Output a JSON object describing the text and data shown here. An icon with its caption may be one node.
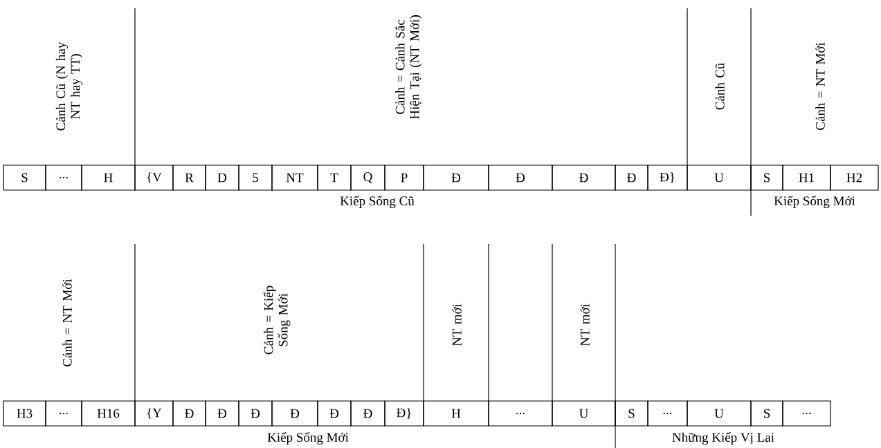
{
  "diagram": {
    "nodes": [
      {
        "text": [
          "S"
        ]
      },
      {
        "text": [
          "..."
        ]
      },
      {
        "text": [
          "H"
        ]
      },
      {
        "text": [
          "{V"
        ]
      },
      {
        "text": [
          "R"
        ]
      },
      {
        "text": [
          "D"
        ]
      },
      {
        "text": [
          "5"
        ]
      },
      {
        "text": [
          "NT"
        ]
      },
      {
        "text": [
          "T"
        ]
      },
      {
        "text": [
          "Q"
        ]
      },
      {
        "text": [
          "P"
        ]
      },
      {
        "text": [
          "Đ"
        ]
      },
      {
        "text": [
          "Đ"
        ]
      },
      {
        "text": [
          "Đ"
        ]
      },
      {
        "text": [
          "Đ"
        ]
      },
      {
        "text": [
          "Đ}"
        ]
      },
      {
        "text": [
          "U"
        ]
      },
      {
        "text": [
          "S"
        ]
      },
      {
        "text": [
          "H1"
        ]
      },
      {
        "text": [
          "H2"
        ]
      },
      {
        "text": [
          "H3"
        ]
      },
      {
        "text": [
          "..."
        ]
      },
      {
        "text": [
          "H16"
        ]
      },
      {
        "text": [
          "{Y"
        ]
      },
      {
        "text": [
          "Đ"
        ]
      },
      {
        "text": [
          "Đ"
        ]
      },
      {
        "text": [
          "Đ"
        ]
      },
      {
        "text": [
          "Đ"
        ]
      },
      {
        "text": [
          "Đ"
        ]
      },
      {
        "text": [
          "Đ"
        ]
      },
      {
        "text": [
          "Đ}"
        ]
      },
      {
        "text": [
          "H"
        ]
      },
      {
        "text": [
          "..."
        ]
      },
      {
        "text": [
          "U"
        ]
      },
      {
        "text": [
          "S"
        ]
      },
      {
        "text": [
          "..."
        ]
      },
      {
        "text": [
          "U"
        ]
      },
      {
        "text": [
          "S"
        ]
      },
      {
        "text": [
          "..."
        ]
      }
    ],
    "labels": [
      "Cảnh Cũ (N hay NT hay TT)",
      "Cảnh = Cảnh Sắc Hiện Tại (NT Mới)",
      "Cảnh Cũ",
      "Cảnh = NT Mới",
      "Kiếp Sống Cũ",
      "Kiếp Sống Mới",
      "Cảnh = NT Mới",
      "Cảnh = Kiếp Sống Mới",
      "NT mới",
      "NT mới",
      "Kiếp Sống Mới",
      "Những Kiếp Vị Lai"
    ]
  }
}
